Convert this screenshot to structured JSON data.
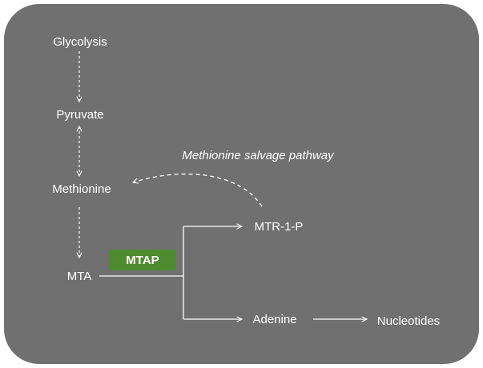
{
  "diagram": {
    "nodes": {
      "glycolysis": "Glycolysis",
      "pyruvate": "Pyruvate",
      "methionine": "Methionine",
      "mta": "MTA",
      "mtr1p": "MTR-1-P",
      "adenine": "Adenine",
      "nucleotides": "Nucleotides"
    },
    "enzyme": "MTAP",
    "pathway_label": "Methionine salvage pathway",
    "colors": {
      "panel": "#707070",
      "enzyme": "#4e8c2f",
      "text": "#ffffff",
      "background": "#ffffff"
    }
  }
}
